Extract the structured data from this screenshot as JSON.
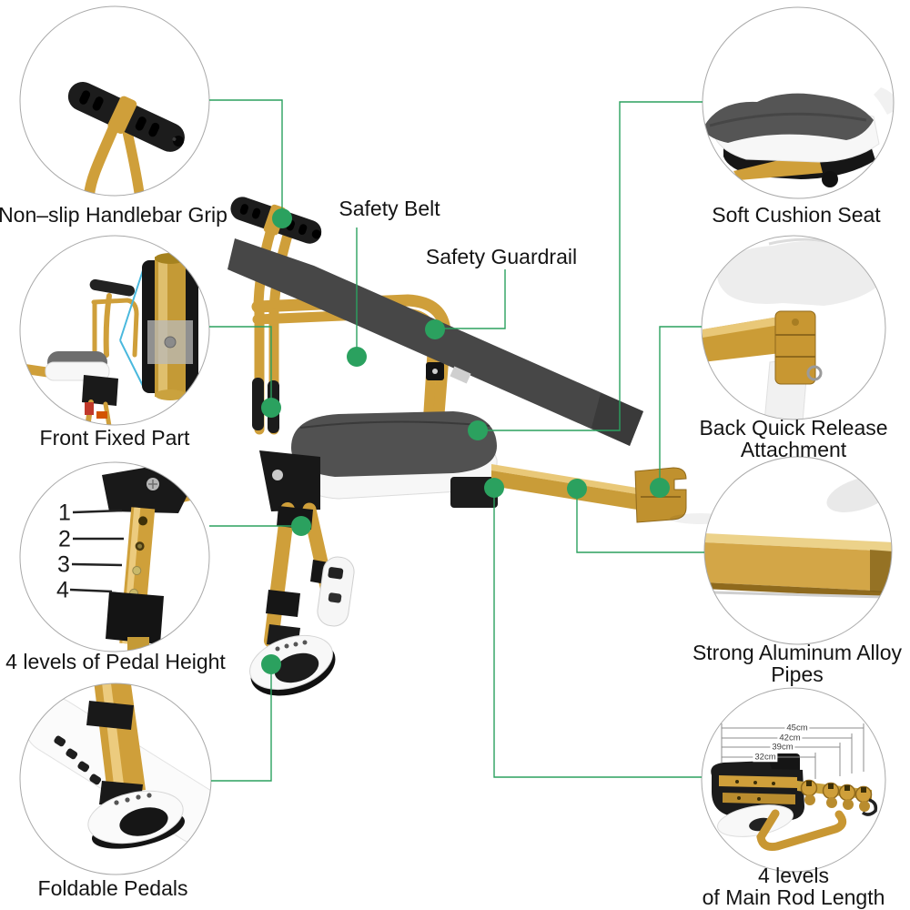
{
  "colors": {
    "accent_green": "#2ba15f",
    "gold": "#cf9f3a",
    "gold_dark": "#8f691c",
    "gold_light": "#e9c878",
    "ink": "#141414"
  },
  "labels": {
    "non_slip": "Non–slip Handlebar Grip",
    "safety_belt": "Safety Belt",
    "safety_guardrail": "Safety Guardrail",
    "soft_cushion_seat": "Soft Cushion Seat",
    "front_fixed_part": "Front Fixed Part",
    "back_quick_release_1": "Back Quick Release",
    "back_quick_release_2": "Attachment",
    "pedal_height": "4 levels of Pedal Height",
    "alloy_pipes_1": "Strong Aluminum Alloy",
    "alloy_pipes_2": "Pipes",
    "foldable_pedals": "Foldable Pedals",
    "main_rod_1": "4 levels",
    "main_rod_2": "of Main Rod Length"
  },
  "pedal_height_levels": [
    "1",
    "2",
    "3",
    "4"
  ],
  "rod_lengths": [
    "45cm",
    "42cm",
    "39cm",
    "32cm"
  ]
}
